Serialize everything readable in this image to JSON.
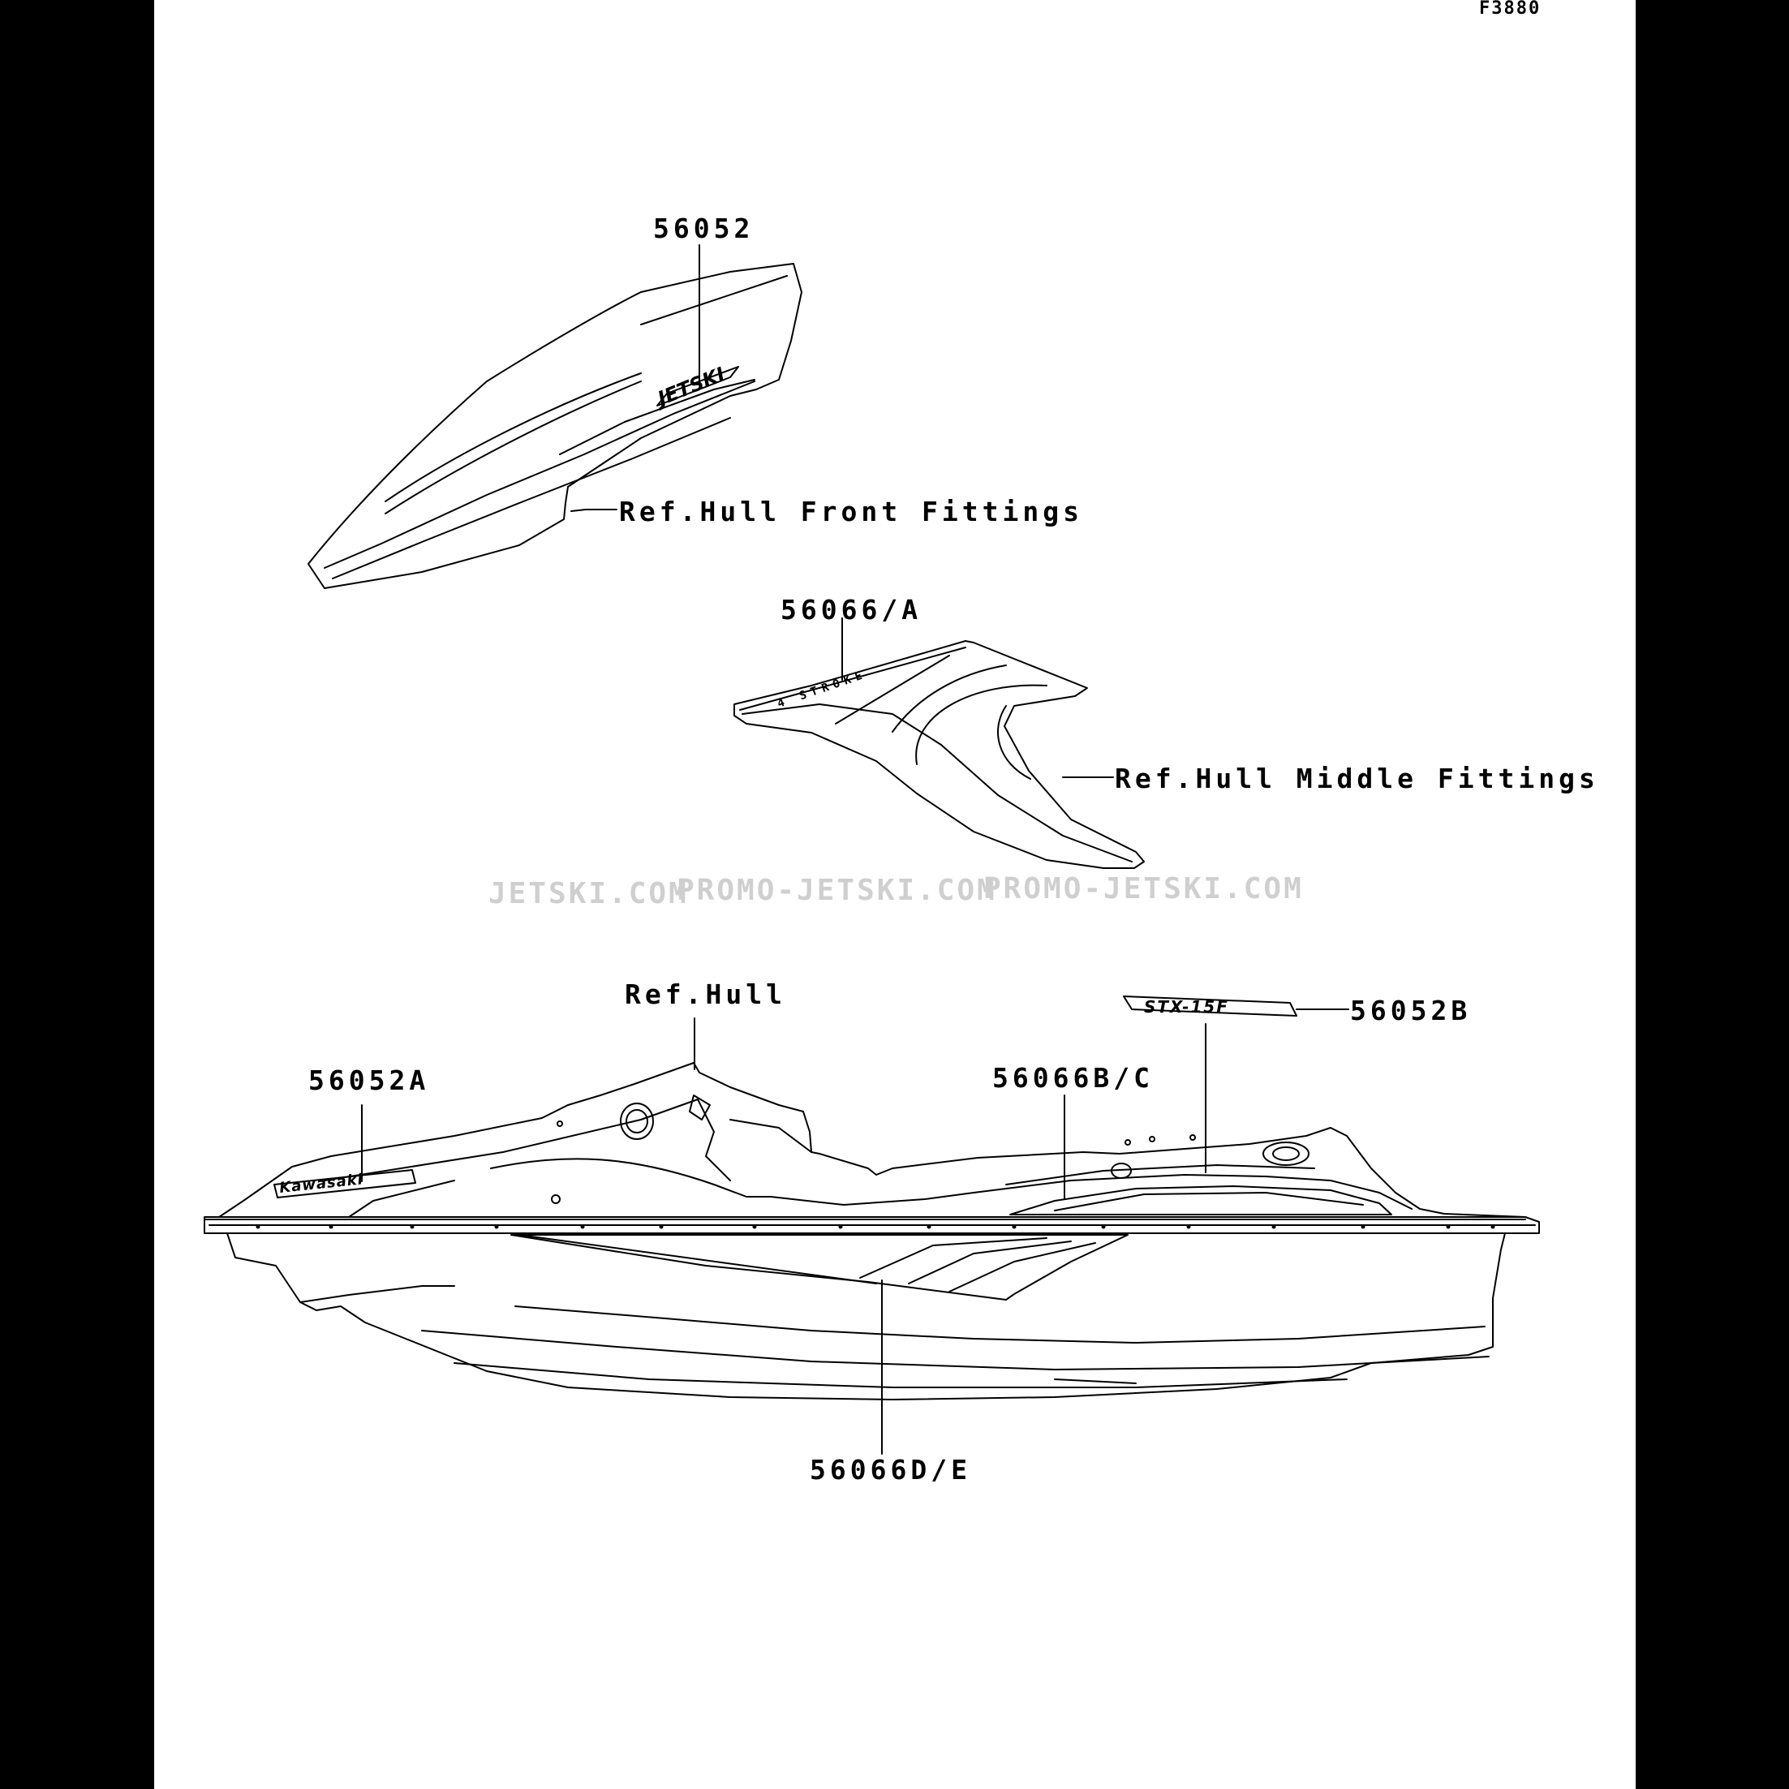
{
  "figure_id": "F3880",
  "labels": {
    "part_56052": "56052",
    "ref_hull_front": "Ref.Hull Front Fittings",
    "part_56066_a": "56066/A",
    "ref_hull_middle": "Ref.Hull Middle Fittings",
    "ref_hull": "Ref.Hull",
    "part_56052a": "56052A",
    "part_56052b": "56052B",
    "part_56066bc": "56066B/C",
    "part_56066de": "56066D/E"
  },
  "watermarks": [
    "JETSKI.COM",
    "PROMO-JETSKI.COM",
    "PROMO-JETSKI.COM"
  ],
  "decal_text": {
    "jetski_logo": "JETSKI",
    "four_stroke": "4 STROKE",
    "kawasaki_logo": "Kawasaki",
    "model_badge": "STX-15F"
  },
  "colors": {
    "line": "#000000",
    "paper": "#ffffff",
    "border": "#000000",
    "watermark": "#cfcfcf"
  }
}
